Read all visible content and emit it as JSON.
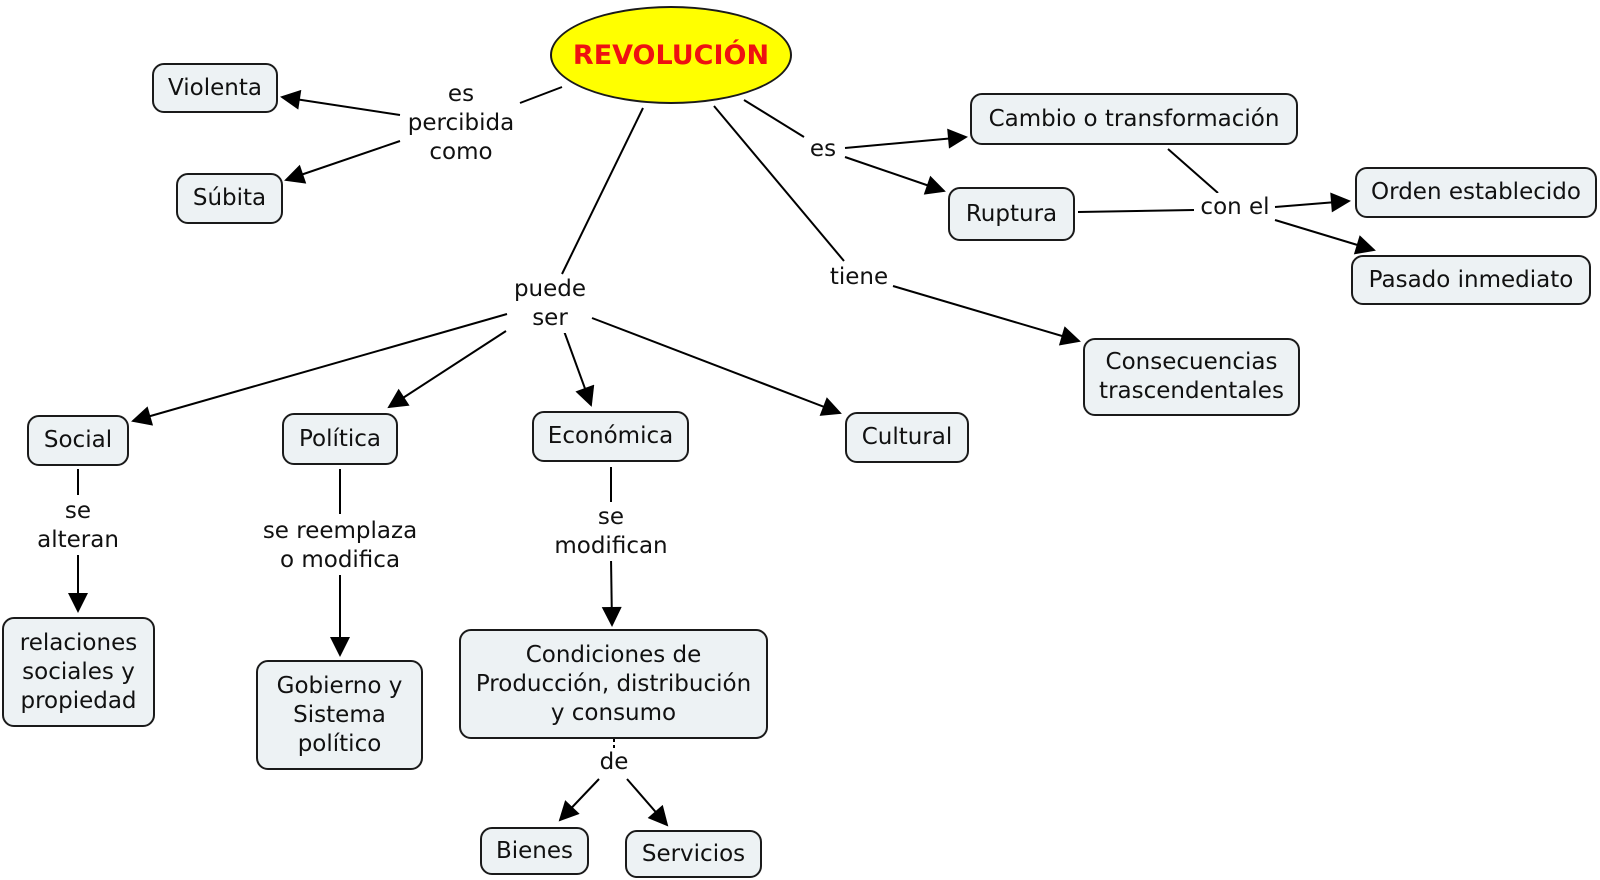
{
  "diagram": {
    "root": "REVOLUCIÓN",
    "nodes": {
      "violenta": "Violenta",
      "subita": "Súbita",
      "cambio": "Cambio o transformación",
      "ruptura": "Ruptura",
      "orden": "Orden establecido",
      "pasado": "Pasado inmediato",
      "consecuencias": "Consecuencias\ntrascendentales",
      "social": "Social",
      "politica": "Política",
      "economica": "Económica",
      "cultural": "Cultural",
      "relaciones": "relaciones\nsociales y\npropiedad",
      "gobierno": "Gobierno y\nSistema\npolítico",
      "condiciones": "Condiciones de\nProducción, distribución\ny consumo",
      "bienes": "Bienes",
      "servicios": "Servicios"
    },
    "links": {
      "percibida": "es\npercibida\ncomo",
      "es": "es",
      "con_el": "con el",
      "tiene": "tiene",
      "puede_ser": "puede\nser",
      "se_alteran": "se\nalteran",
      "se_reemplaza": "se reemplaza\no modifica",
      "se_modifican": "se\nmodifican",
      "de": "de"
    },
    "colors": {
      "root_fill": "#ffff00",
      "root_text": "#ee1111",
      "node_fill": "#edf2f4",
      "stroke": "#1a1a1a"
    }
  }
}
